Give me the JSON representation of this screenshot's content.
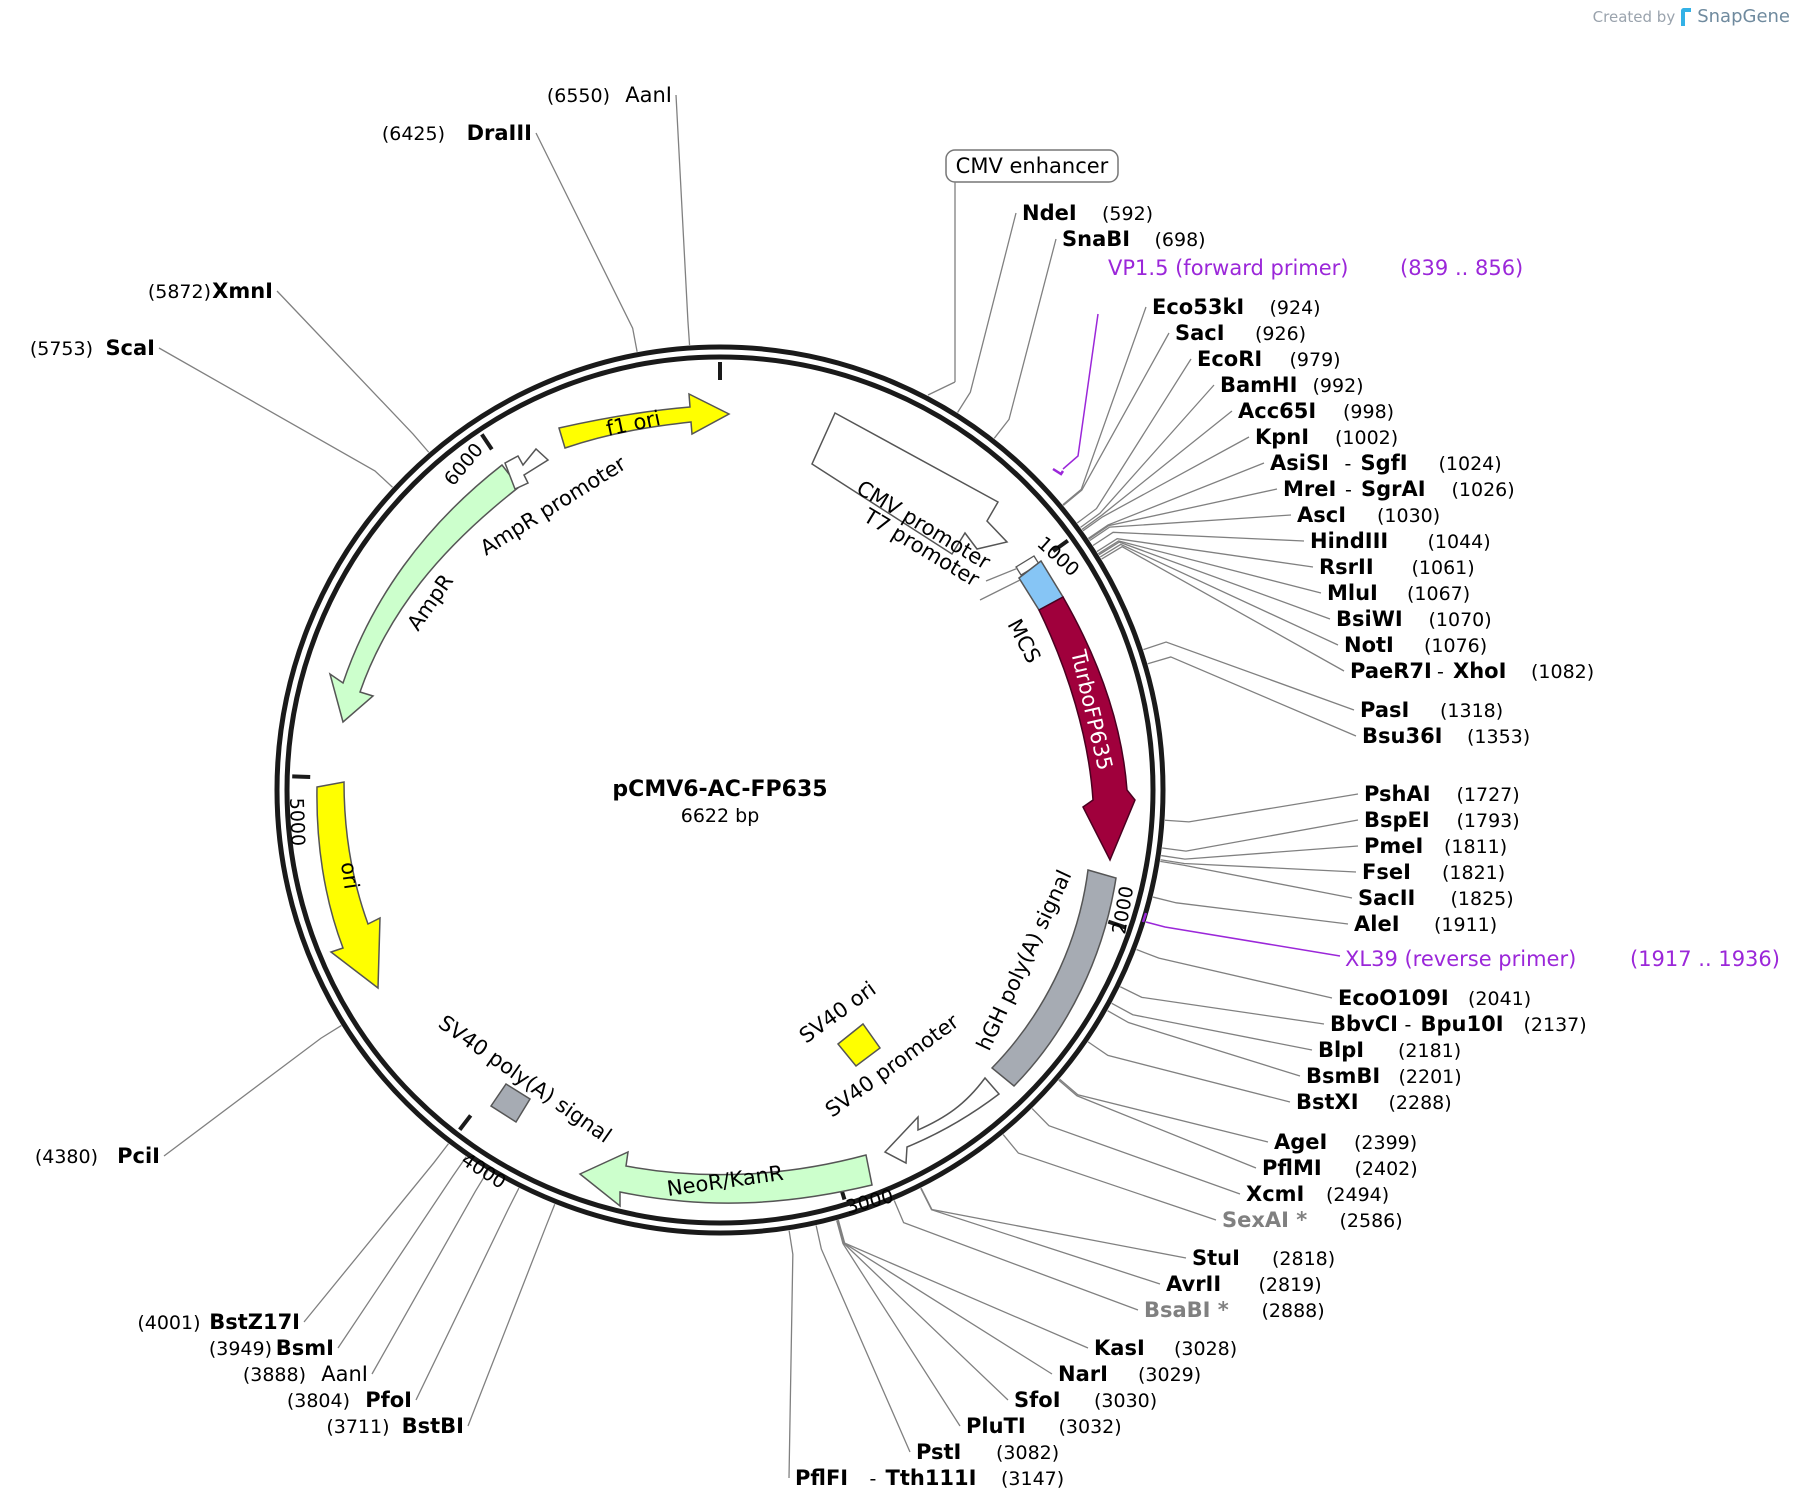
{
  "credit": {
    "prefix": "Created by",
    "brand": "SnapGene"
  },
  "plasmid": {
    "name": "pCMV6-AC-FP635",
    "length_label": "6622 bp",
    "length_bp": 6622
  },
  "ticks": [
    "1000",
    "2000",
    "3000",
    "4000",
    "5000",
    "6000"
  ],
  "features": [
    {
      "label": "CMV enhancer"
    },
    {
      "label": "CMV promoter"
    },
    {
      "label": "T7 promoter"
    },
    {
      "label": "MCS"
    },
    {
      "label": "TurboFP635"
    },
    {
      "label": "hGH poly(A) signal"
    },
    {
      "label": "SV40 ori"
    },
    {
      "label": "SV40 promoter"
    },
    {
      "label": "NeoR/KanR"
    },
    {
      "label": "SV40 poly(A) signal"
    },
    {
      "label": "ori"
    },
    {
      "label": "AmpR"
    },
    {
      "label": "AmpR promoter"
    },
    {
      "label": "f1 ori"
    }
  ],
  "primers": [
    {
      "name": "VP1.5 (forward primer)",
      "range": "(839 .. 856)"
    },
    {
      "name": "XL39 (reverse primer)",
      "range": "(1917 .. 1936)"
    }
  ],
  "sites": [
    {
      "name": "NdeI",
      "pos": "(592)"
    },
    {
      "name": "SnaBI",
      "pos": "(698)"
    },
    {
      "name": "Eco53kI",
      "pos": "(924)"
    },
    {
      "name": "SacI",
      "pos": "(926)"
    },
    {
      "name": "EcoRI",
      "pos": "(979)"
    },
    {
      "name": "BamHI",
      "pos": "(992)"
    },
    {
      "name": "Acc65I",
      "pos": "(998)"
    },
    {
      "name": "KpnI",
      "pos": "(1002)"
    },
    {
      "name": "AsiSI",
      "name2": "SgfI",
      "pos": "(1024)"
    },
    {
      "name": "MreI",
      "name2": "SgrAI",
      "pos": "(1026)"
    },
    {
      "name": "AscI",
      "pos": "(1030)"
    },
    {
      "name": "HindIII",
      "pos": "(1044)"
    },
    {
      "name": "RsrII",
      "pos": "(1061)"
    },
    {
      "name": "MluI",
      "pos": "(1067)"
    },
    {
      "name": "BsiWI",
      "pos": "(1070)"
    },
    {
      "name": "NotI",
      "pos": "(1076)"
    },
    {
      "name": "PaeR7I",
      "name2": "XhoI",
      "pos": "(1082)"
    },
    {
      "name": "PasI",
      "pos": "(1318)"
    },
    {
      "name": "Bsu36I",
      "pos": "(1353)"
    },
    {
      "name": "PshAI",
      "pos": "(1727)"
    },
    {
      "name": "BspEI",
      "pos": "(1793)"
    },
    {
      "name": "PmeI",
      "pos": "(1811)"
    },
    {
      "name": "FseI",
      "pos": "(1821)"
    },
    {
      "name": "SacII",
      "pos": "(1825)"
    },
    {
      "name": "AleI",
      "pos": "(1911)"
    },
    {
      "name": "EcoO109I",
      "pos": "(2041)"
    },
    {
      "name": "BbvCI",
      "name2": "Bpu10I",
      "pos": "(2137)"
    },
    {
      "name": "BlpI",
      "pos": "(2181)"
    },
    {
      "name": "BsmBI",
      "pos": "(2201)"
    },
    {
      "name": "BstXI",
      "pos": "(2288)"
    },
    {
      "name": "AgeI",
      "pos": "(2399)"
    },
    {
      "name": "PflMI",
      "pos": "(2402)"
    },
    {
      "name": "XcmI",
      "pos": "(2494)"
    },
    {
      "name": "SexAI *",
      "pos": "(2586)"
    },
    {
      "name": "StuI",
      "pos": "(2818)"
    },
    {
      "name": "AvrII",
      "pos": "(2819)"
    },
    {
      "name": "BsaBI *",
      "pos": "(2888)"
    },
    {
      "name": "KasI",
      "pos": "(3028)"
    },
    {
      "name": "NarI",
      "pos": "(3029)"
    },
    {
      "name": "SfoI",
      "pos": "(3030)"
    },
    {
      "name": "PluTI",
      "pos": "(3032)"
    },
    {
      "name": "PstI",
      "pos": "(3082)"
    },
    {
      "name": "PflFI",
      "name2": "Tth111I",
      "pos": "(3147)"
    },
    {
      "name": "BstBI",
      "pos": "(3711)"
    },
    {
      "name": "PfoI",
      "pos": "(3804)"
    },
    {
      "name": "AanI",
      "pos": "(3888)"
    },
    {
      "name": "BsmI",
      "pos": "(3949)"
    },
    {
      "name": "BstZ17I",
      "pos": "(4001)"
    },
    {
      "name": "PciI",
      "pos": "(4380)"
    },
    {
      "name": "ScaI",
      "pos": "(5753)"
    },
    {
      "name": "XmnI",
      "pos": "(5872)"
    },
    {
      "name": "DraIII",
      "pos": "(6425)"
    },
    {
      "name": "AanI",
      "pos": "(6550)"
    }
  ],
  "colors": {
    "ring": "#1a1a1a",
    "turbofp635": "#a0003c",
    "mcs": "#86c5f5",
    "yellow_feature": "#ffff00",
    "green_feature": "#ccffcc",
    "grey_feature": "#a6abb3",
    "white_feature": "#ffffff",
    "primer": "#9b27d9",
    "leader_line": "#808080"
  }
}
